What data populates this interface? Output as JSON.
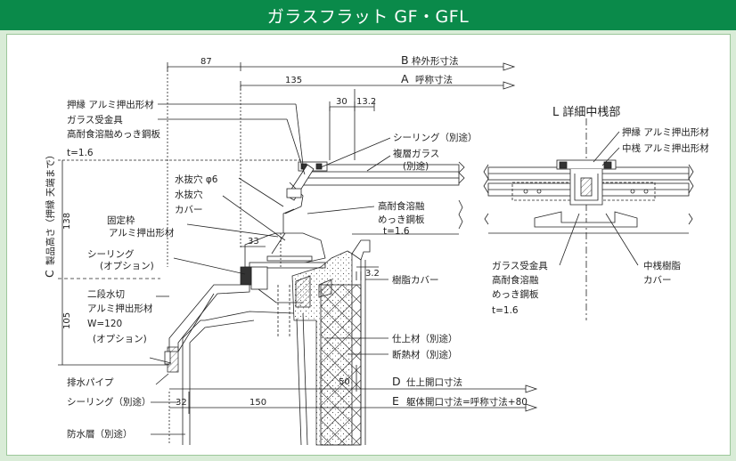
{
  "title": "ガラスフラット GF・GFL",
  "colors": {
    "header": "#0a8a4a",
    "background": "#d9ecd7"
  },
  "dimensions": {
    "d87": "87",
    "d135": "135",
    "d30": "30",
    "d13_2": "13.2",
    "d33": "33",
    "d3_2": "3.2",
    "d138": "138",
    "d105": "105",
    "d50": "50",
    "d32": "32",
    "d150": "150"
  },
  "dim_lines": {
    "B": {
      "letter": "B",
      "text": "枠外形寸法"
    },
    "A": {
      "letter": "A",
      "text": "呼称寸法"
    },
    "C": {
      "letter": "C",
      "text": "製品高さ（押縁 天端まで）"
    },
    "D": {
      "letter": "D",
      "text": "仕上開口寸法"
    },
    "E": {
      "letter": "E",
      "text": "躯体開口寸法=呼称寸法+80"
    }
  },
  "labels": {
    "oshibuchi": "押縁 アルミ押出形材",
    "glass_uke_1": "ガラス受金具",
    "glass_uke_2": "高耐食溶融めっき鋼板",
    "glass_uke_3": "t=1.6",
    "mizunuki": "水抜穴 φ6",
    "mizunuki_cover_1": "水抜穴",
    "mizunuki_cover_2": "カバー",
    "koteiwaku_1": "固定枠",
    "koteiwaku_2": "アルミ押出形材",
    "sealing_opt_1": "シーリング",
    "sealing_opt_2": "(オプション)",
    "nidan_1": "二段水切",
    "nidan_2": "アルミ押出形材",
    "nidan_3": "W=120",
    "nidan_4": "(オプション)",
    "haisui": "排水パイプ",
    "sealing_betto": "シーリング（別途）",
    "bousui": "防水層（別途）",
    "sealing_right": "シーリング（別途）",
    "fukuso_1": "複層ガラス",
    "fukuso_2": "(別途)",
    "kotai_1": "高耐食溶融",
    "kotai_2": "めっき鋼板",
    "kotai_3": "t=1.6",
    "jushi": "樹脂カバー",
    "shiage": "仕上材（別途）",
    "dannetsu": "断熱材（別途）"
  },
  "detail": {
    "title": "L 詳細中桟部",
    "oshibuchi": "押縁 アルミ押出形材",
    "nakasan": "中桟 アルミ押出形材",
    "glass_uke_1": "ガラス受金具",
    "glass_uke_2": "高耐食溶融",
    "glass_uke_3": "めっき鋼板",
    "glass_uke_4": "t=1.6",
    "jushi_1": "中桟樹脂",
    "jushi_2": "カバー"
  }
}
